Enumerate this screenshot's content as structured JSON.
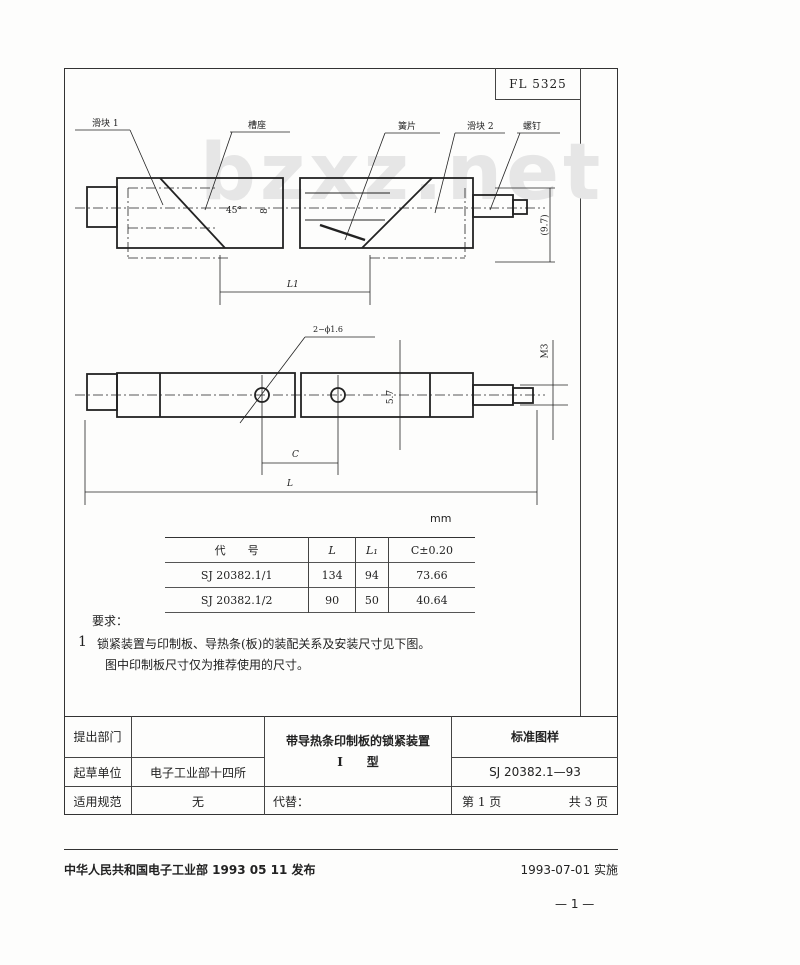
{
  "header": {
    "code": "FL 5325"
  },
  "watermark": "bzxz.net",
  "drawing": {
    "top_labels": [
      "滑块 1",
      "槽座",
      "簧片",
      "滑块 2",
      "螺钉"
    ],
    "angle": "45°",
    "height_dim": "8",
    "side_dim": "(9.7)",
    "l1_dim": "L1",
    "hole_label": "2−ϕ1.6",
    "thread_label": "M3",
    "width_dim": "5.7",
    "c_dim": "C",
    "l_dim": "L",
    "unit": "mm"
  },
  "table": {
    "headers": [
      "代　　号",
      "L",
      "L₁",
      "C±0.20"
    ],
    "rows": [
      [
        "SJ 20382.1/1",
        "134",
        "94",
        "73.66"
      ],
      [
        "SJ 20382.1/2",
        "90",
        "50",
        "40.64"
      ]
    ]
  },
  "requirements": {
    "title": "要求：",
    "item_num": "1",
    "line1": "锁紧装置与印制板、导热条(板)的装配关系及安装尺寸见下图。",
    "line2": "图中印制板尺寸仅为推荐使用的尺寸。"
  },
  "title_block": {
    "proposer_label": "提出部门",
    "proposer_value": "",
    "drafter_label": "起草单位",
    "drafter_value": "电子工业部十四所",
    "scope_label": "适用规范",
    "scope_value": "无",
    "title_line1": "带导热条印制板的锁紧装置",
    "title_line2": "I　　型",
    "replace_label": "代替：",
    "doc_type": "标准图样",
    "doc_number": "SJ 20382.1—93",
    "page": "第 1 页",
    "total": "共 3 页"
  },
  "footer": {
    "issuer": "中华人民共和国电子工业部 1993 05 11 发布",
    "effective": "1993-07-01 实施",
    "page_num": "— 1 —"
  }
}
